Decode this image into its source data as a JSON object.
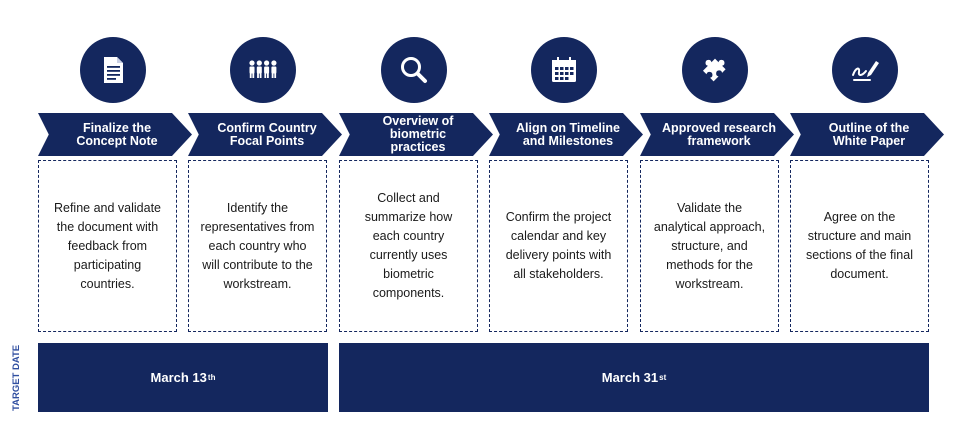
{
  "steps": [
    {
      "icon": "document-icon",
      "title": "Finalize the Concept Note",
      "description": "Refine and validate the document with feedback from participating countries."
    },
    {
      "icon": "people-group-icon",
      "title": "Confirm Country Focal Points",
      "description": "Identify the representatives from each country who will contribute to the workstream."
    },
    {
      "icon": "magnifier-icon",
      "title": "Overview of biometric practices",
      "description": "Collect and summarize how each country currently uses biometric components."
    },
    {
      "icon": "calendar-icon",
      "title": "Align on Timeline and Milestones",
      "description": "Confirm the project calendar and key delivery points with all stakeholders."
    },
    {
      "icon": "puzzle-icon",
      "title": "Approved research framework",
      "description": "Validate the analytical approach, structure, and methods for the workstream."
    },
    {
      "icon": "signature-pen-icon",
      "title": "Outline of the White Paper",
      "description": "Agree on the structure and main sections of the final document."
    }
  ],
  "target_label": "TARGET DATE",
  "target_dates": [
    {
      "label": "March 13",
      "suffix": "th"
    },
    {
      "label": "March 31",
      "suffix": "st"
    }
  ],
  "colors": {
    "navy": "#14275e",
    "label_blue": "#2f4ea0",
    "text": "#1a1a1a"
  }
}
